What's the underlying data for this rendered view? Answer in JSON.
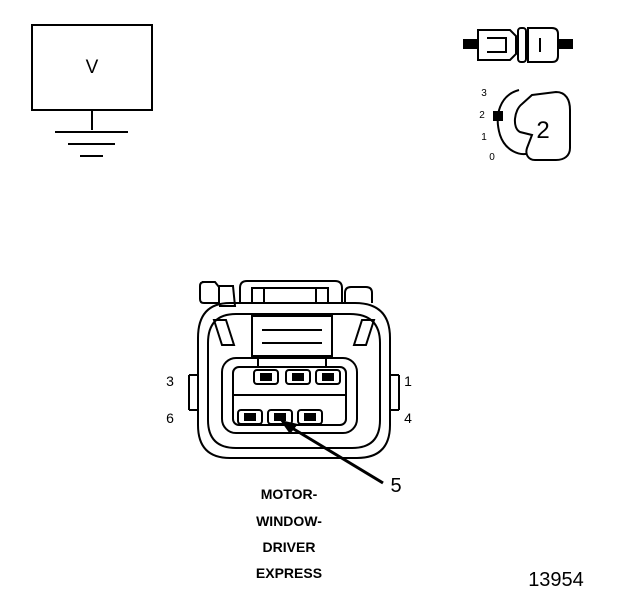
{
  "meter": {
    "symbol": "V"
  },
  "switch": {
    "positions": [
      "3",
      "2",
      "1",
      "0"
    ],
    "selected": "2"
  },
  "connector": {
    "pins": {
      "top_left": "3",
      "top_right": "1",
      "bottom_left": "6",
      "bottom_right": "4",
      "callout": "5"
    },
    "name_lines": [
      "MOTOR-",
      "WINDOW-",
      "DRIVER",
      "EXPRESS"
    ]
  },
  "figure_id": "13954"
}
